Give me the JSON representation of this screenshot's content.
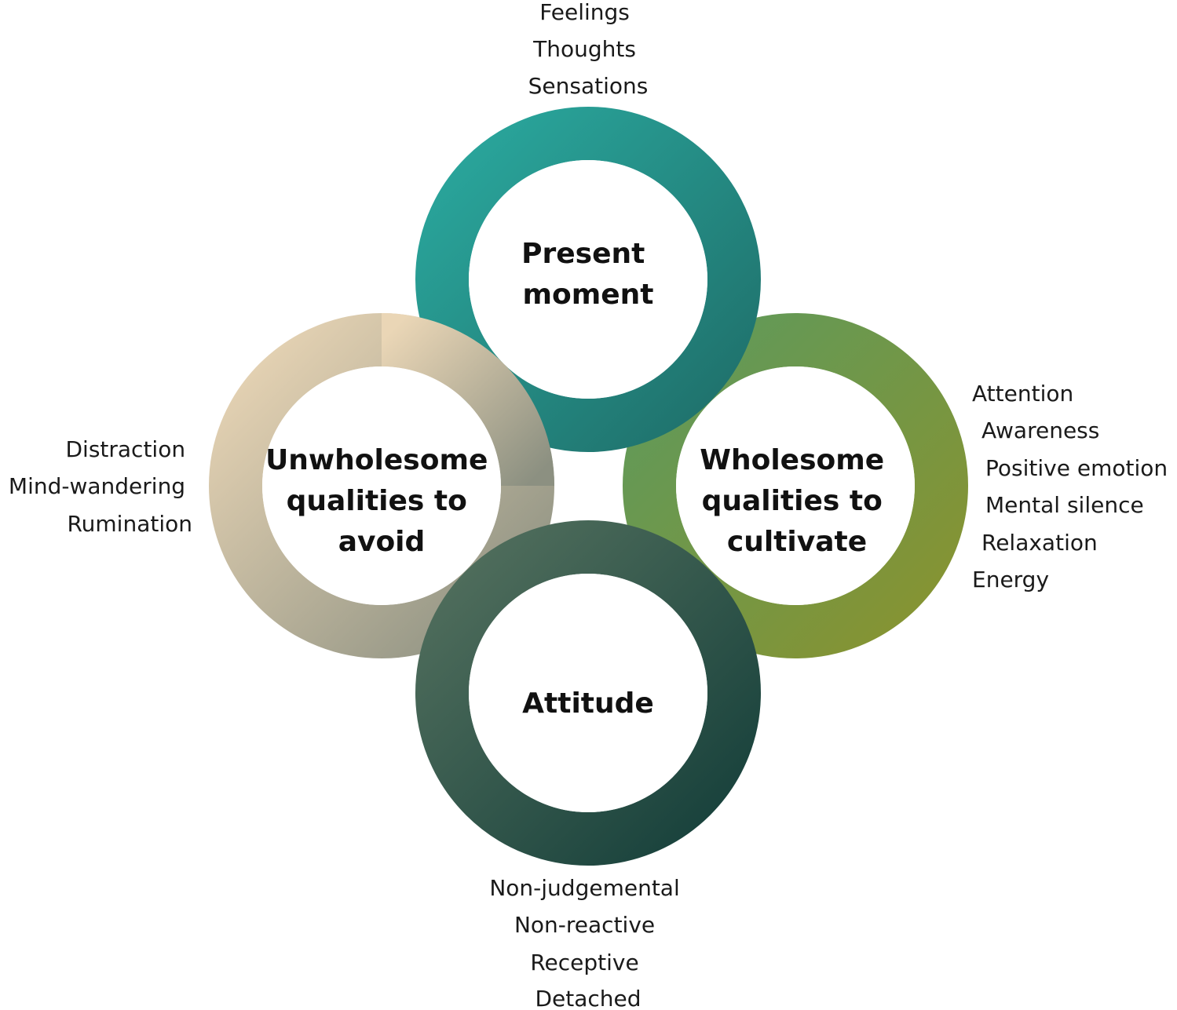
{
  "colors": {
    "present_moment_ring": [
      "#2aa89e",
      "#1f6f6a"
    ],
    "unwholesome_ring": [
      "#ead6b6",
      "#8c9081"
    ],
    "wholesome_ring": [
      "#5e9a5c",
      "#889330"
    ],
    "attitude_ring": [
      "#53705e",
      "#153f3a"
    ],
    "text": "#1a1a1a"
  },
  "rings": {
    "present_moment": {
      "label_lines": [
        "Present",
        "moment"
      ]
    },
    "unwholesome": {
      "label_lines": [
        "Unwholesome",
        "qualities to",
        "avoid"
      ]
    },
    "wholesome": {
      "label_lines": [
        "Wholesome",
        "qualities to",
        "cultivate"
      ]
    },
    "attitude": {
      "label_lines": [
        "Attitude"
      ]
    }
  },
  "lists": {
    "top": [
      "Feelings",
      "Thoughts",
      "Sensations"
    ],
    "left": [
      "Distraction",
      "Mind-wandering",
      "Rumination"
    ],
    "right": [
      "Attention",
      "Awareness",
      "Positive emotion",
      "Mental silence",
      "Relaxation",
      "Energy"
    ],
    "bottom": [
      "Non-judgemental",
      "Non-reactive",
      "Receptive",
      "Detached"
    ]
  }
}
